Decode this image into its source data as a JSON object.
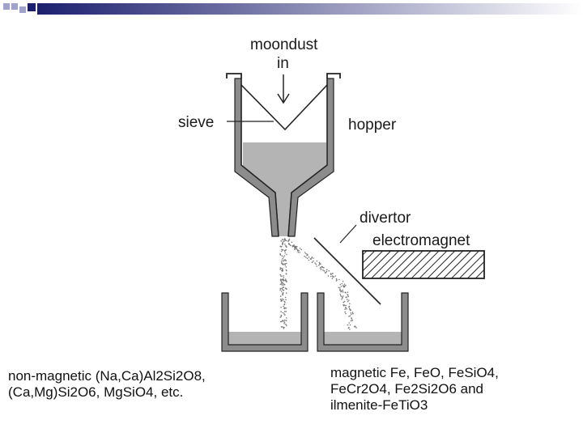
{
  "colors": {
    "header_gradient_start": "#1c1f6e",
    "header_gradient_end": "#ffffff",
    "header_square_light": "#9fa2cc",
    "header_square_dark": "#1c1f6e",
    "material_fill": "#b4b4b4",
    "wall_fill": "#8c8c8c",
    "line": "#222222"
  },
  "labels": {
    "input_line1": "moondust",
    "input_line2": "in",
    "sieve": "sieve",
    "hopper": "hopper",
    "divertor": "divertor",
    "electromagnet": "electromagnet"
  },
  "captions": {
    "non_magnetic": [
      "non-magnetic (Na,Ca)Al2Si2O8,",
      "(Ca,Mg)Si2O6, MgSiO4, etc."
    ],
    "magnetic": [
      "magnetic Fe, FeO, FeSiO4,",
      "FeCr2O4, Fe2Si2O6 and",
      "ilmenite-FeTiO3"
    ]
  }
}
